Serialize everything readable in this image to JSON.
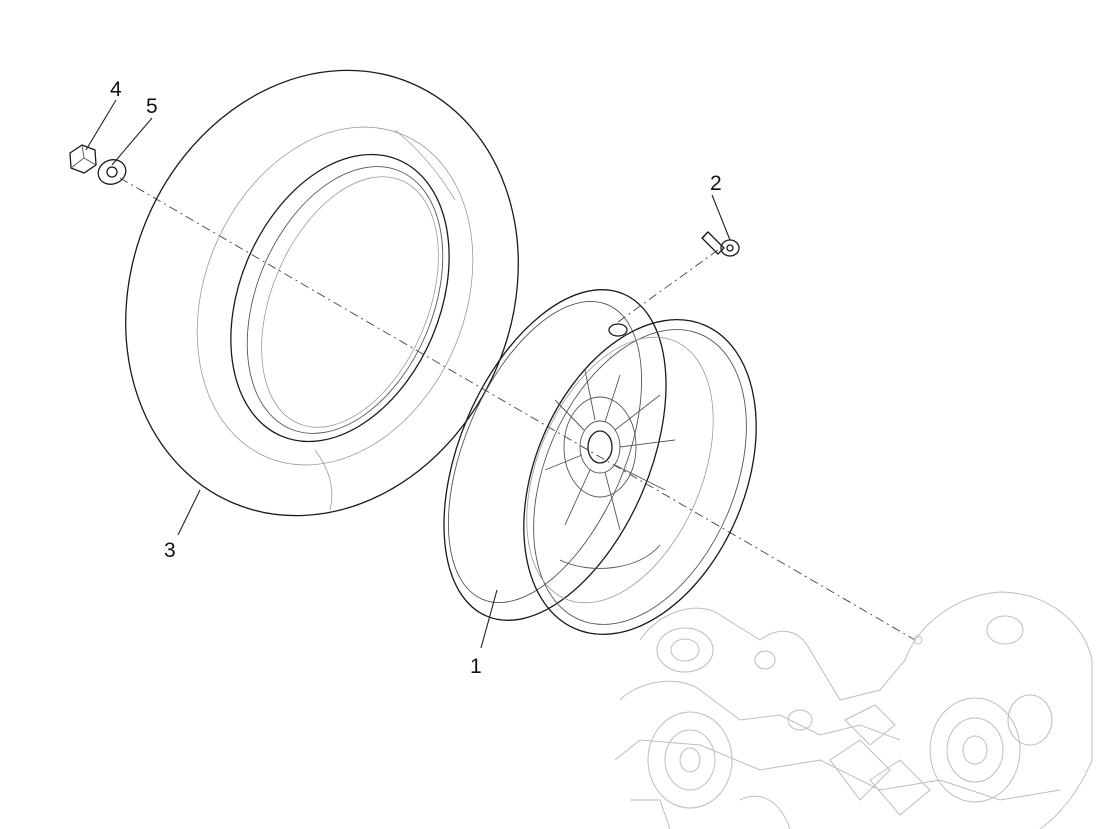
{
  "callouts": [
    {
      "id": "rim",
      "label": "1"
    },
    {
      "id": "valve",
      "label": "2"
    },
    {
      "id": "tyre",
      "label": "3"
    },
    {
      "id": "nut",
      "label": "4"
    },
    {
      "id": "washer",
      "label": "5"
    }
  ],
  "colors": {
    "line": "#1a1a1a",
    "engine": "#bdbdbd",
    "background": "#ffffff"
  }
}
